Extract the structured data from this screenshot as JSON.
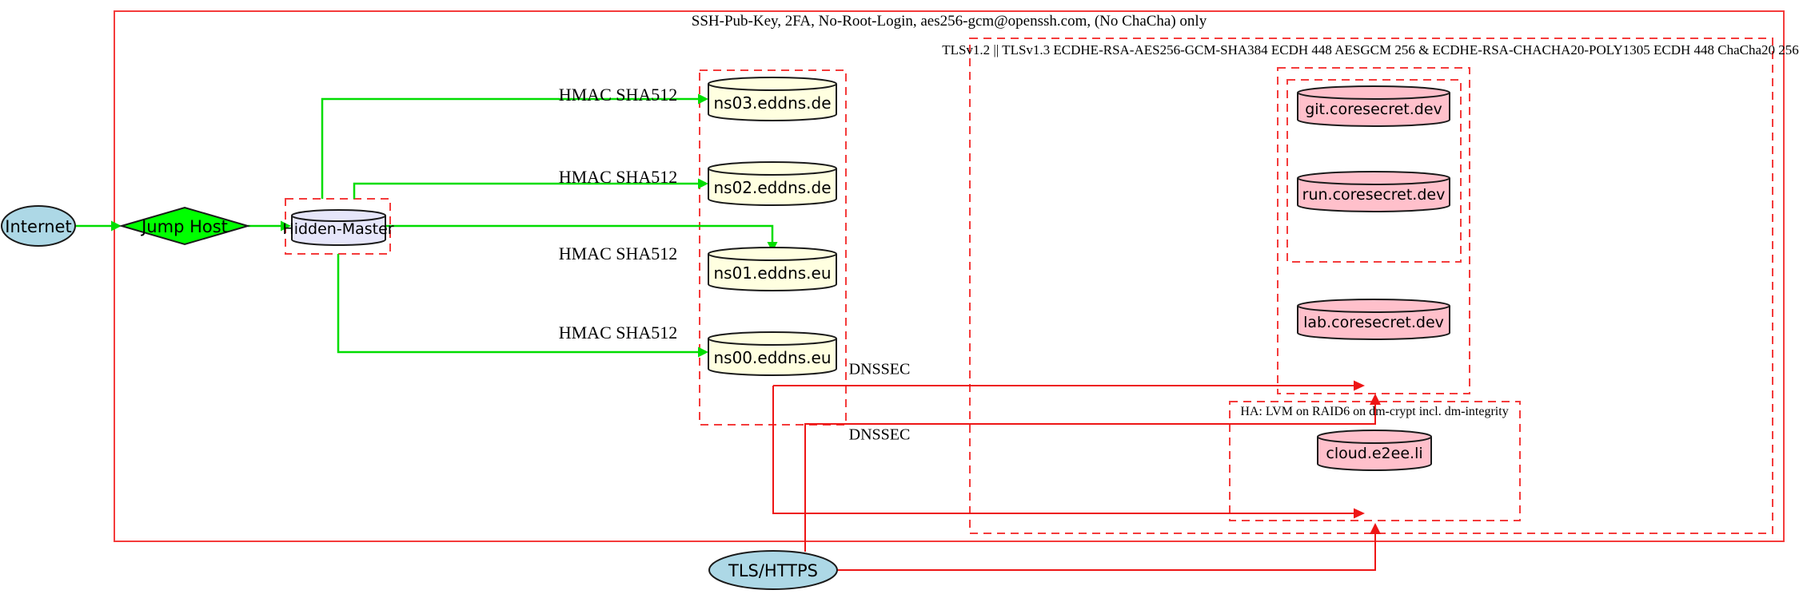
{
  "diagram": {
    "type": "network-security-architecture",
    "clusters": {
      "ssh_zone": {
        "label": "SSH-Pub-Key, 2FA, No-Root-Login, aes256-gcm@openssh.com, (No ChaCha) only",
        "border_style": "solid",
        "border_color": "#f43b3b"
      },
      "tls_zone": {
        "label": "TLSv1.2 || TLSv1.3 ECDHE-RSA-AES256-GCM-SHA384 ECDH 448 AESGCM 256 & ECDHE-RSA-CHACHA20-POLY1305 ECDH 448 ChaCha20 256",
        "border_style": "dashed",
        "border_color": "#f43b3b"
      },
      "ha_zone": {
        "label": "HA: LVM on RAID6 on dm-crypt incl. dm-integrity",
        "border_style": "dashed",
        "border_color": "#f43b3b"
      },
      "dns_zone": {
        "label": "",
        "border_style": "dashed",
        "border_color": "#f43b3b"
      },
      "hidden_master_zone": {
        "label": "",
        "border_style": "dashed",
        "border_color": "#f43b3b"
      },
      "coresecret_zone": {
        "label": "",
        "border_style": "dashed",
        "border_color": "#f43b3b"
      },
      "coresecret_inner_zone": {
        "label": "",
        "border_style": "dashed",
        "border_color": "#f43b3b"
      }
    },
    "nodes": {
      "internet": {
        "label": "Internet",
        "shape": "ellipse",
        "fill": "#add8e6"
      },
      "jump_host": {
        "label": "Jump Host",
        "shape": "diamond",
        "fill": "#00ff00"
      },
      "hidden_master": {
        "label": "Hidden-Master",
        "shape": "cylinder",
        "fill": "#e6e6fa"
      },
      "ns03": {
        "label": "ns03.eddns.de",
        "shape": "cylinder",
        "fill": "#ffffe0"
      },
      "ns02": {
        "label": "ns02.eddns.de",
        "shape": "cylinder",
        "fill": "#ffffe0"
      },
      "ns01": {
        "label": "ns01.eddns.eu",
        "shape": "cylinder",
        "fill": "#ffffe0"
      },
      "ns00": {
        "label": "ns00.eddns.eu",
        "shape": "cylinder",
        "fill": "#ffffe0"
      },
      "git": {
        "label": "git.coresecret.dev",
        "shape": "cylinder",
        "fill": "#ffc0cb"
      },
      "run": {
        "label": "run.coresecret.dev",
        "shape": "cylinder",
        "fill": "#ffc0cb"
      },
      "lab": {
        "label": "lab.coresecret.dev",
        "shape": "cylinder",
        "fill": "#ffc0cb"
      },
      "cloud": {
        "label": "cloud.e2ee.li",
        "shape": "cylinder",
        "fill": "#ffc0cb"
      },
      "tls_https": {
        "label": "TLS/HTTPS",
        "shape": "ellipse",
        "fill": "#add8e6"
      }
    },
    "edges": {
      "hmac_label": "HMAC SHA512",
      "dnssec_label": "DNSSEC",
      "green_color": "#00dd00",
      "red_color": "#ee1515"
    }
  }
}
